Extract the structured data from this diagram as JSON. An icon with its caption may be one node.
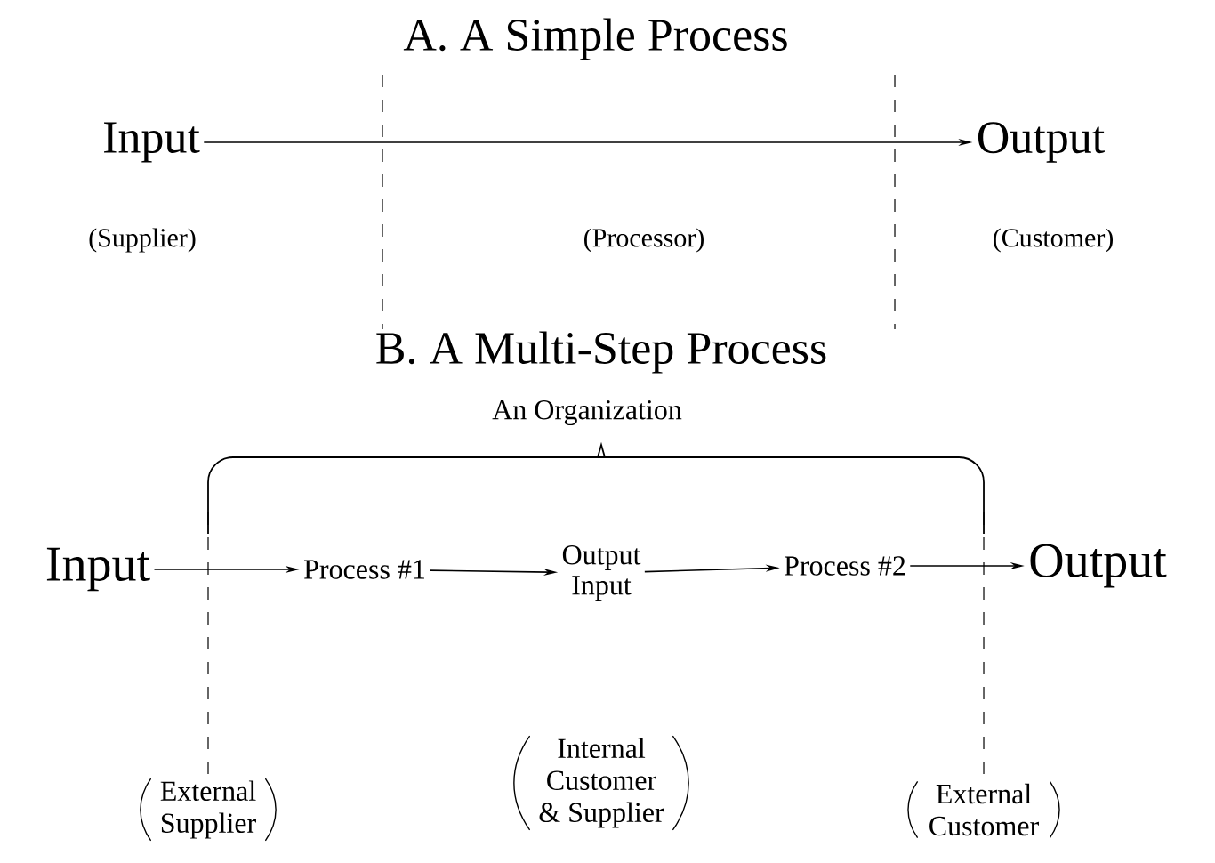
{
  "diagram": {
    "nodes": [
      {
        "text": [
          "Input"
        ]
      },
      {
        "text": [
          "Output"
        ]
      },
      {
        "text": [
          "Input"
        ]
      },
      {
        "text": [
          "Process #1"
        ]
      },
      {
        "text": [
          "Output",
          "Input"
        ]
      },
      {
        "text": [
          "Process #2"
        ]
      },
      {
        "text": [
          "Output"
        ]
      }
    ],
    "edges": [
      {
        "from": 0,
        "to": 1,
        "arrow": "to"
      },
      {
        "from": 2,
        "to": 3,
        "arrow": "to"
      },
      {
        "from": 3,
        "to": 4,
        "arrow": "to"
      },
      {
        "from": 4,
        "to": 5,
        "arrow": "to"
      },
      {
        "from": 5,
        "to": 6,
        "arrow": "to"
      }
    ],
    "labels": [
      "A.  A Simple Process",
      "(Supplier)",
      "(Processor)",
      "(Customer)",
      "B.  A Multi-Step Process",
      "An Organization",
      "External Supplier",
      "Internal Customer & Supplier",
      "External Customer"
    ]
  }
}
